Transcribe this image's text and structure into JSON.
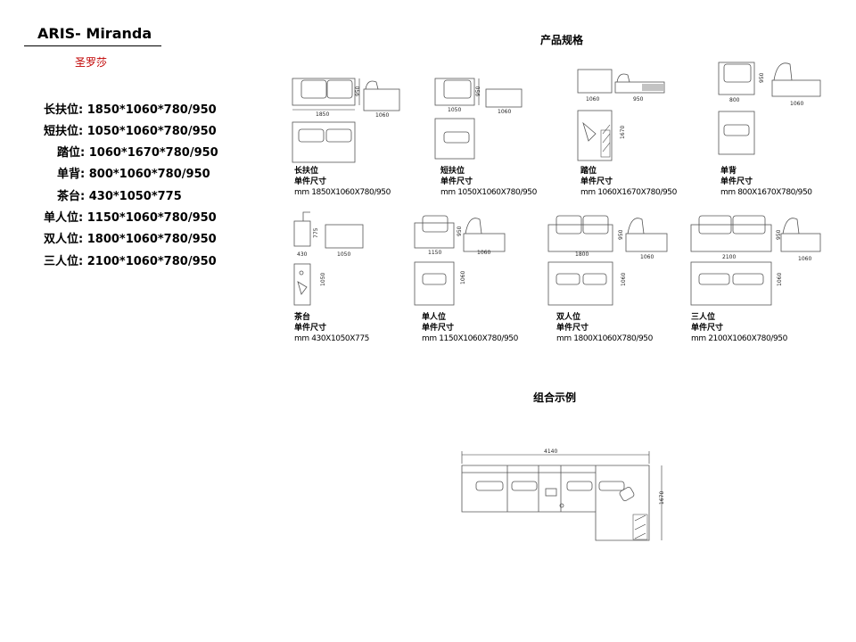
{
  "brand": {
    "title": "ARIS- Miranda",
    "subtitle": "圣罗莎"
  },
  "spec_list": [
    "长扶位: 1850*1060*780/950",
    "短扶位: 1050*1060*780/950",
    "踏位: 1060*1670*780/950",
    "单背: 800*1060*780/950",
    "茶台: 430*1050*775",
    "单人位: 1150*1060*780/950",
    "双人位: 1800*1060*780/950",
    "三人位: 2100*1060*780/950"
  ],
  "sections": {
    "product_specs": "产品规格",
    "combination": "组合示例"
  },
  "modules": [
    {
      "name": "长扶位",
      "sub": "单件尺寸",
      "dims": "mm 1850X1060X780/950",
      "w": "1850",
      "h": "950",
      "d": "1060"
    },
    {
      "name": "短扶位",
      "sub": "单件尺寸",
      "dims": "mm 1050X1060X780/950",
      "w": "1050",
      "h": "950",
      "d": "1060"
    },
    {
      "name": "踏位",
      "sub": "单件尺寸",
      "dims": "mm 1060X1670X780/950",
      "w": "1060",
      "h": "950",
      "d": "1670"
    },
    {
      "name": "单背",
      "sub": "单件尺寸",
      "dims": "mm 800X1670X780/950",
      "w": "800",
      "h": "950",
      "d": "1060"
    },
    {
      "name": "茶台",
      "sub": "单件尺寸",
      "dims": "mm 430X1050X775",
      "w": "430",
      "h": "775",
      "d": "1050"
    },
    {
      "name": "单人位",
      "sub": "单件尺寸",
      "dims": "mm 1150X1060X780/950",
      "w": "1150",
      "h": "950",
      "d": "1060"
    },
    {
      "name": "双人位",
      "sub": "单件尺寸",
      "dims": "mm 1800X1060X780/950",
      "w": "1800",
      "h": "950",
      "d": "1060"
    },
    {
      "name": "三人位",
      "sub": "单件尺寸",
      "dims": "mm 2100X1060X780/950",
      "w": "2100",
      "h": "950",
      "d": "1060"
    }
  ],
  "combination": {
    "width": "4140",
    "depth": "1670"
  }
}
